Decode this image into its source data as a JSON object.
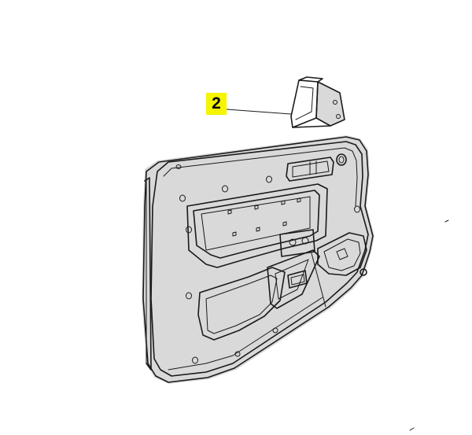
{
  "callouts": [
    {
      "number": "2",
      "highlight": "#f5f500"
    }
  ],
  "colors": {
    "ink": "#1a1a1a",
    "background": "#ffffff",
    "shade": "#d9d9d9"
  },
  "icons": {
    "door_panel": "door-trim-panel-illustration",
    "bracket": "mirror-corner-bracket-illustration"
  }
}
